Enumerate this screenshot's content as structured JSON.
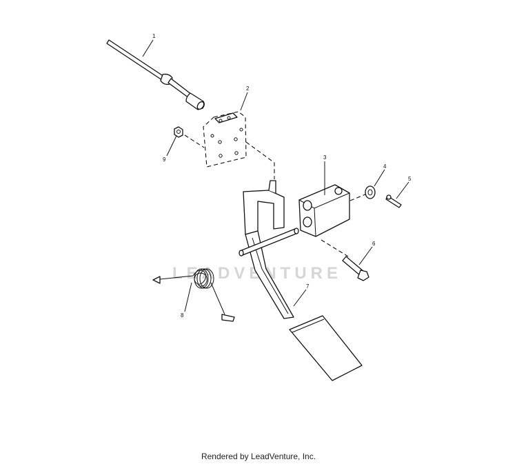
{
  "watermark": "LEADVENTURE",
  "credit": "Rendered by LeadVenture, Inc.",
  "callouts": [
    {
      "number": "1",
      "part": "cable"
    },
    {
      "number": "2",
      "part": "mounting-plate"
    },
    {
      "number": "3",
      "part": "pivot-block"
    },
    {
      "number": "4",
      "part": "washer"
    },
    {
      "number": "5",
      "part": "cotter-pin"
    },
    {
      "number": "6",
      "part": "bolt"
    },
    {
      "number": "7",
      "part": "pedal"
    },
    {
      "number": "8",
      "part": "spring"
    },
    {
      "number": "9",
      "part": "nut"
    }
  ]
}
